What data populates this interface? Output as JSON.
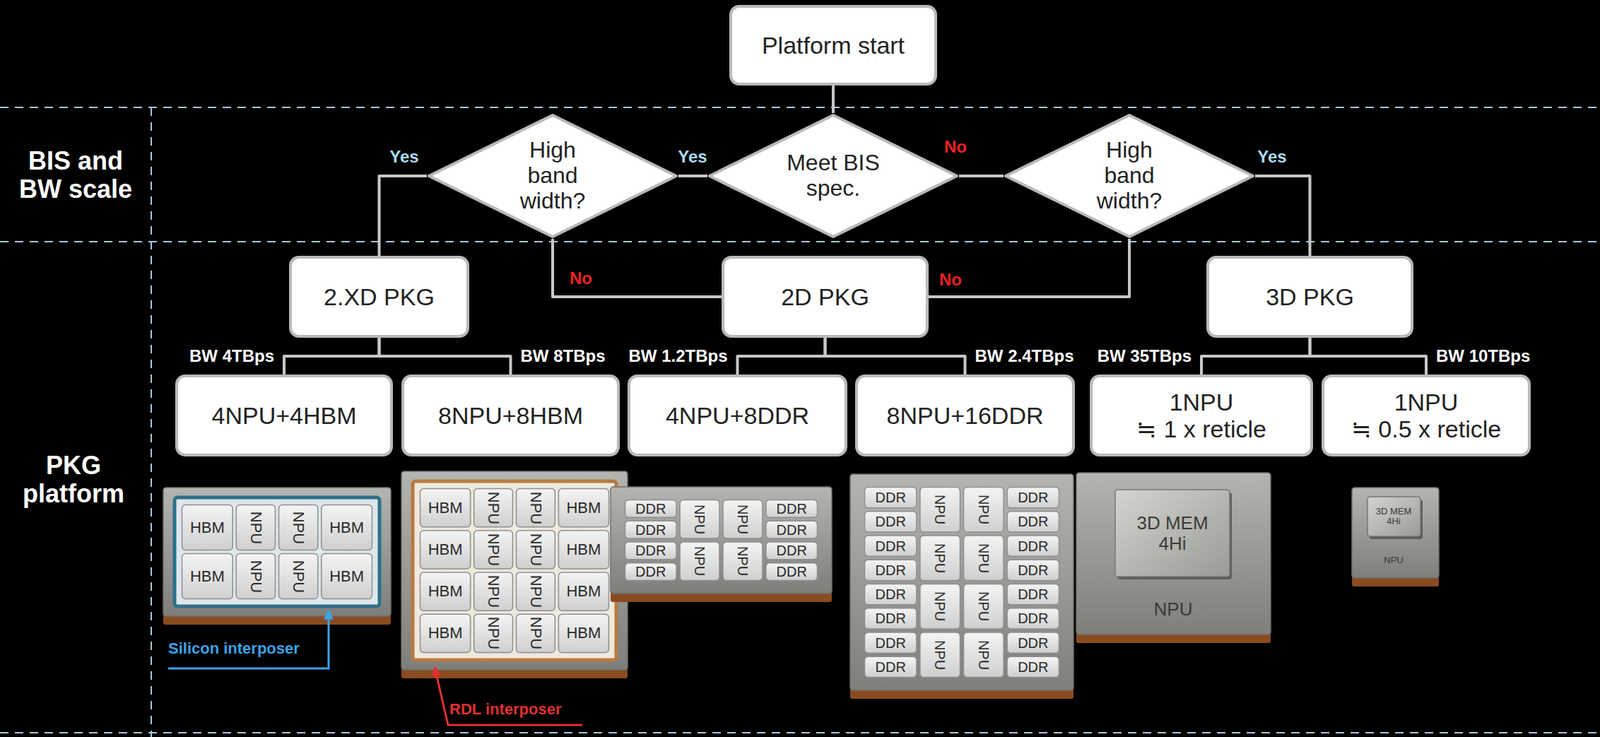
{
  "diagram": {
    "nodes": [
      {
        "text": [
          "Platform start"
        ]
      },
      {
        "text": [
          "High band width?"
        ]
      },
      {
        "text": [
          "Meet BIS spec."
        ]
      },
      {
        "text": [
          "High band width?"
        ]
      },
      {
        "text": [
          "2.XD PKG"
        ]
      },
      {
        "text": [
          "2D PKG"
        ]
      },
      {
        "text": [
          "3D PKG"
        ]
      },
      {
        "text": [
          "4NPU+4HBM"
        ]
      },
      {
        "text": [
          "8NPU+8HBM"
        ]
      },
      {
        "text": [
          "4NPU+8DDR"
        ]
      },
      {
        "text": [
          "8NPU+16DDR"
        ]
      },
      {
        "text": [
          "1NPU",
          "≒ 1 x reticle"
        ]
      },
      {
        "text": [
          "1NPU",
          "≒ 0.5 x reticle"
        ]
      }
    ],
    "edges": [
      {
        "from": 0,
        "to": 2,
        "arrow": "none"
      },
      {
        "from": 2,
        "to": 1,
        "label": "Yes",
        "arrow": "none"
      },
      {
        "from": 2,
        "to": 3,
        "label": "No",
        "arrow": "none"
      },
      {
        "from": 1,
        "to": 4,
        "label": "Yes",
        "arrow": "none"
      },
      {
        "from": 1,
        "to": 5,
        "label": "No",
        "arrow": "none"
      },
      {
        "from": 3,
        "to": 5,
        "label": "No",
        "arrow": "none"
      },
      {
        "from": 3,
        "to": 6,
        "label": "Yes",
        "arrow": "none"
      },
      {
        "from": 4,
        "to": 7,
        "label": "BW 4TBps",
        "arrow": "none"
      },
      {
        "from": 4,
        "to": 8,
        "label": "BW 8TBps",
        "arrow": "none"
      },
      {
        "from": 5,
        "to": 9,
        "label": "BW 1.2TBps",
        "arrow": "none"
      },
      {
        "from": 5,
        "to": 10,
        "label": "BW 2.4TBps",
        "arrow": "none"
      },
      {
        "from": 6,
        "to": 11,
        "label": "BW 35TBps",
        "arrow": "none"
      },
      {
        "from": 6,
        "to": 12,
        "label": "BW 10TBps",
        "arrow": "none"
      }
    ],
    "labels": [
      "BIS and BW scale",
      "PKG platform",
      "HBM",
      "NPU",
      "NPU",
      "HBM",
      "HBM",
      "NPU",
      "NPU",
      "HBM",
      "Silicon interposer",
      "HBM",
      "NPU",
      "NPU",
      "HBM",
      "HBM",
      "NPU",
      "NPU",
      "HBM",
      "HBM",
      "NPU",
      "NPU",
      "HBM",
      "HBM",
      "NPU",
      "NPU",
      "HBM",
      "RDL interposer",
      "DDR",
      "NPU",
      "NPU",
      "DDR",
      "DDR",
      "DDR",
      "DDR",
      "NPU",
      "NPU",
      "DDR",
      "DDR",
      "DDR",
      "DDR",
      "NPU",
      "NPU",
      "DDR",
      "DDR",
      "DDR",
      "DDR",
      "NPU",
      "NPU",
      "DDR",
      "DDR",
      "DDR",
      "DDR",
      "NPU",
      "NPU",
      "DDR",
      "DDR",
      "DDR",
      "DDR",
      "NPU",
      "NPU",
      "DDR",
      "DDR",
      "DDR",
      "3D MEM 4Hi",
      "NPU",
      "3D MEM 4Hi",
      "NPU"
    ]
  }
}
